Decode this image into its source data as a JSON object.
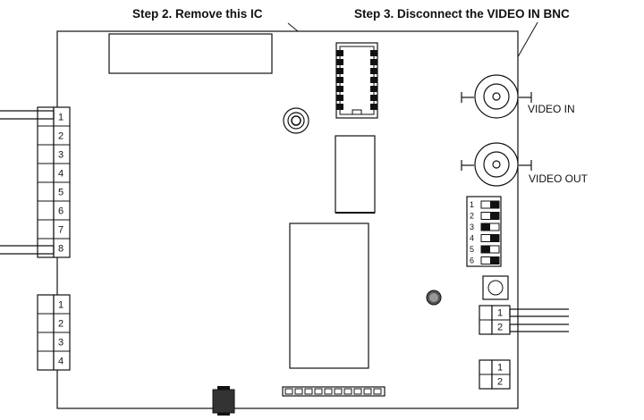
{
  "callouts": {
    "step2": "Step 2. Remove this IC",
    "step3": "Step 3. Disconnect the VIDEO IN BNC"
  },
  "connectors": {
    "video_in": "VIDEO IN",
    "video_out": "VIDEO OUT"
  },
  "left_terminal_block_8": [
    "1",
    "2",
    "3",
    "4",
    "5",
    "6",
    "7",
    "8"
  ],
  "left_terminal_block_4": [
    "1",
    "2",
    "3",
    "4"
  ],
  "dip_switch": {
    "labels": [
      "1",
      "2",
      "3",
      "4",
      "5",
      "6"
    ],
    "positions": [
      "right",
      "right",
      "left",
      "right",
      "left",
      "right"
    ]
  },
  "right_connector_top": [
    "1",
    "2"
  ],
  "right_connector_bottom": [
    "1",
    "2"
  ],
  "colors": {
    "line": "#111111",
    "background": "#ffffff",
    "grey": "#888888"
  }
}
